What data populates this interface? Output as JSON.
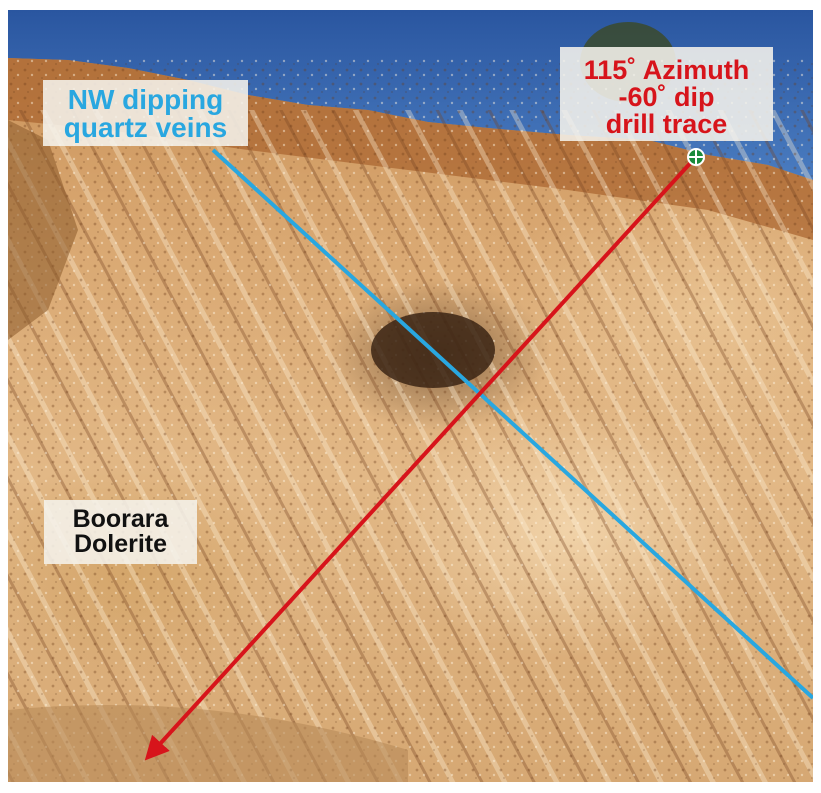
{
  "labels": {
    "vein": {
      "lines": [
        "NW dipping",
        "quartz veins"
      ],
      "color": "#29a7e0"
    },
    "drill": {
      "lines": [
        "115˚ Azimuth",
        "-60˚ dip",
        "drill trace"
      ],
      "color": "#d7141b"
    },
    "rock": {
      "lines": [
        "Boorara",
        "Dolerite"
      ],
      "color": "#111111"
    }
  },
  "colors": {
    "sky": "#2e5fa8",
    "vein_line": "#29a7e0",
    "drill_line": "#d7141b",
    "collar_marker": "#1a8a3a"
  },
  "icons": {
    "collar": "crosshair-circle-icon"
  }
}
